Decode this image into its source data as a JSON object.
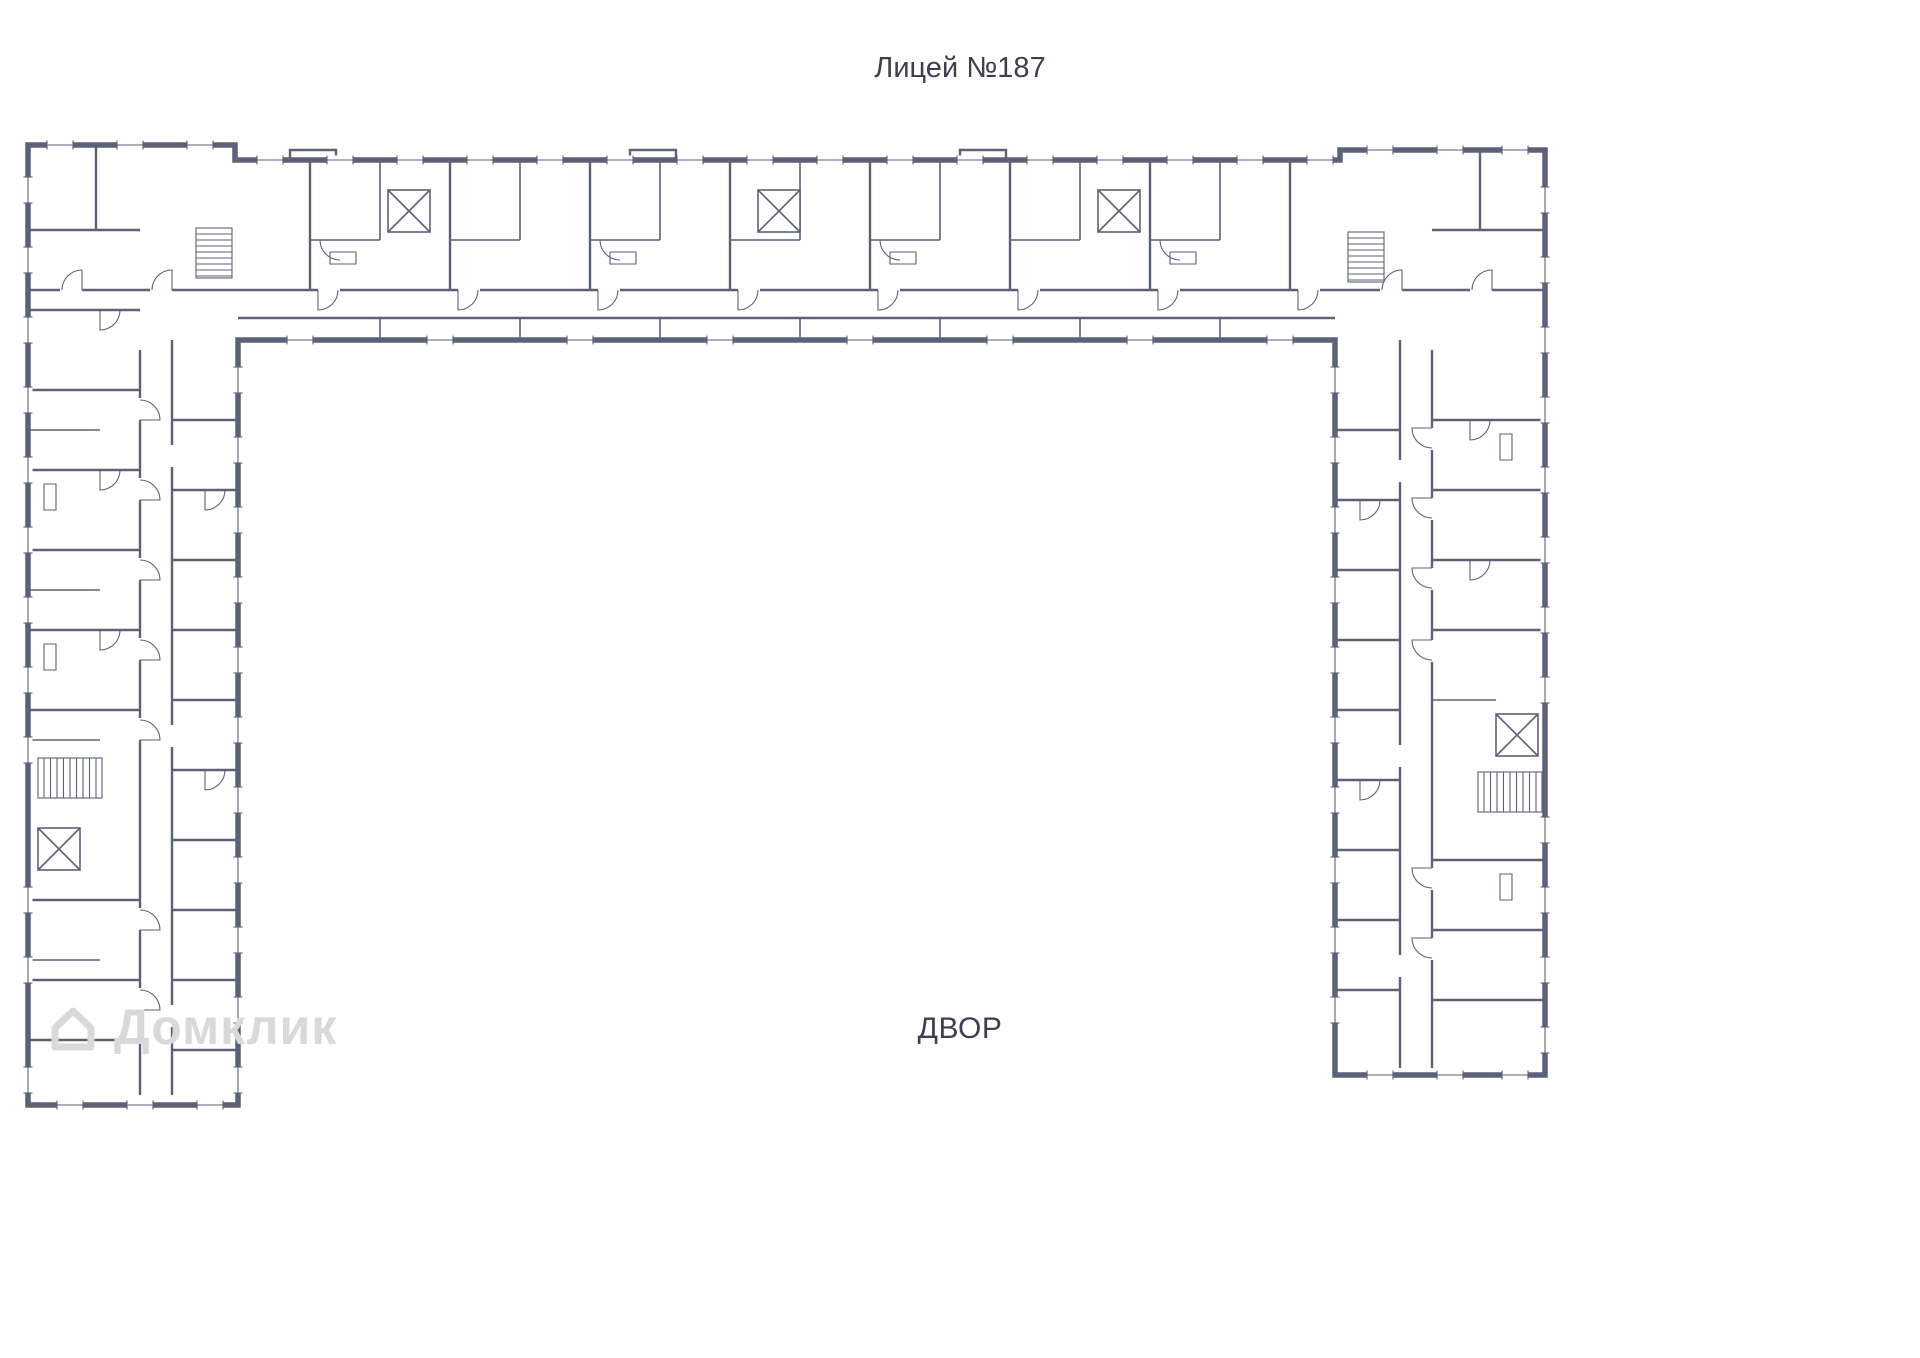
{
  "plan": {
    "school_label": "Лицей №187",
    "courtyard_label": "ДВОР"
  },
  "watermark": {
    "text": "Домклик"
  },
  "colors": {
    "wall": "#5b6278",
    "text": "#3a4050",
    "watermark": "#d9d9d9",
    "bg": "#ffffff"
  }
}
